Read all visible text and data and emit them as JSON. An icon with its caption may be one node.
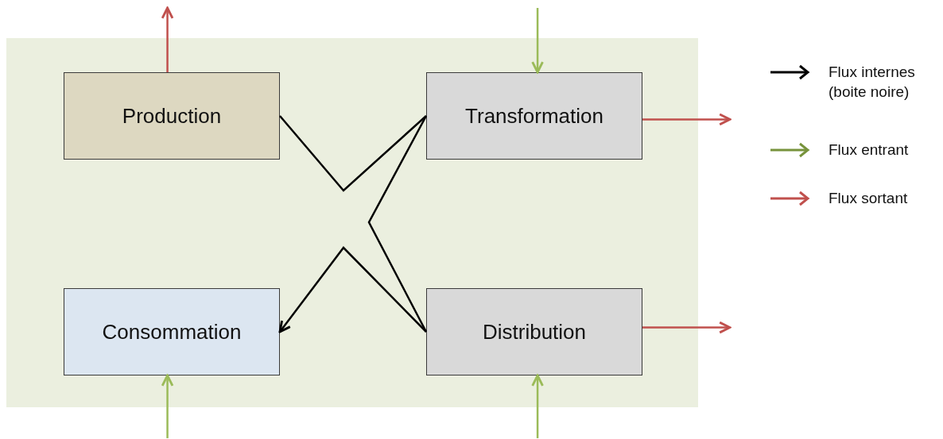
{
  "diagram": {
    "nodes": [
      {
        "text": [
          "Production"
        ]
      },
      {
        "text": [
          "Transformation"
        ]
      },
      {
        "text": [
          "Consommation"
        ]
      },
      {
        "text": [
          "Distribution"
        ]
      }
    ],
    "edges": [
      {
        "from": 0,
        "to": 1,
        "arrow": "none"
      },
      {
        "from": 1,
        "to": 3,
        "arrow": "none"
      },
      {
        "from": 3,
        "to": 2,
        "arrow": "to"
      },
      {
        "from": 0,
        "to": null,
        "arrow": "to",
        "color": "#c0504d"
      },
      {
        "from": null,
        "to": 1,
        "arrow": "to",
        "color": "#9bbb59"
      },
      {
        "from": 1,
        "to": null,
        "arrow": "to",
        "color": "#c0504d"
      },
      {
        "from": 3,
        "to": null,
        "arrow": "to",
        "color": "#c0504d"
      },
      {
        "from": null,
        "to": 2,
        "arrow": "to",
        "color": "#9bbb59"
      },
      {
        "from": null,
        "to": 3,
        "arrow": "to",
        "color": "#9bbb59"
      }
    ],
    "legend": [
      {
        "text": "Flux internes (boite noire)"
      },
      {
        "text": "Flux entrant"
      },
      {
        "text": "Flux sortant"
      }
    ]
  }
}
